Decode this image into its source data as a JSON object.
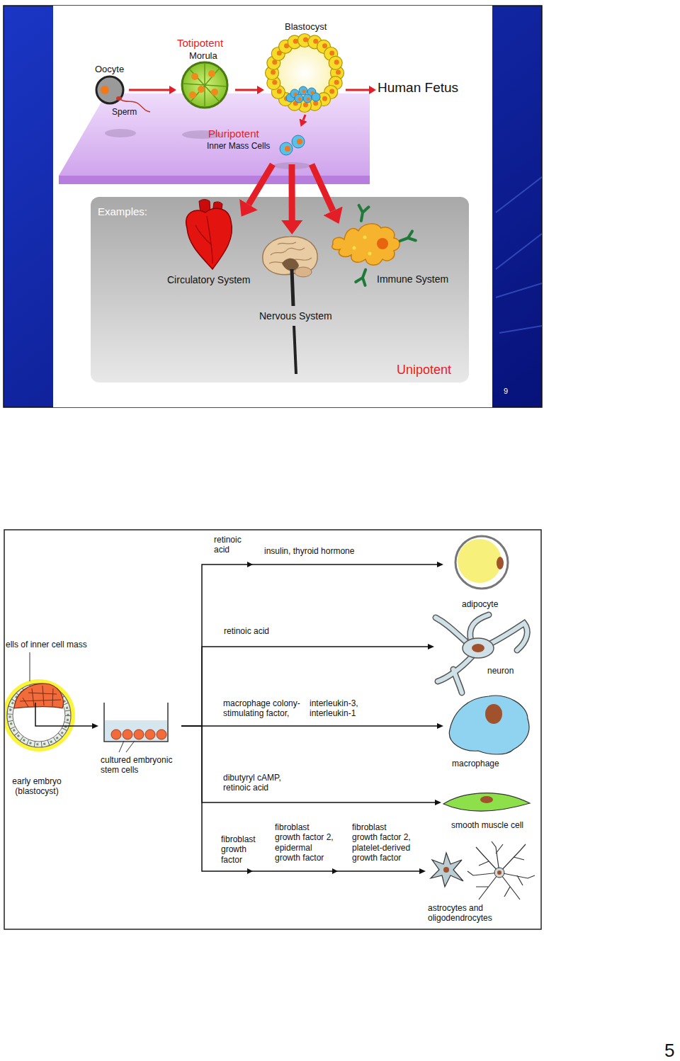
{
  "diagram": {
    "nodes": [
      {
        "text": [
          "Oocyte"
        ]
      },
      {
        "text": [
          "Totipotent",
          "Morula"
        ]
      },
      {
        "text": [
          "Blastocyst"
        ]
      },
      {
        "text": [
          "Human Fetus"
        ]
      },
      {
        "text": [
          "Pluripotent",
          "Inner Mass Cells"
        ]
      },
      {
        "text": [
          "Examples:",
          "Unipotent"
        ]
      },
      {
        "text": [
          "Circulatory System"
        ],
        "in": 5
      },
      {
        "text": [
          "Nervous System"
        ],
        "in": 5
      },
      {
        "text": [
          "Immune System"
        ],
        "in": 5
      },
      {
        "text": [
          "early embryo (blastocyst)"
        ]
      },
      {
        "text": [
          "cultured embryonic stem cells"
        ]
      },
      {
        "text": [
          "adipocyte"
        ]
      },
      {
        "text": [
          "neuron"
        ]
      },
      {
        "text": [
          "macrophage"
        ]
      },
      {
        "text": [
          "smooth muscle cell"
        ]
      },
      {
        "text": [
          "astrocytes and oligodendrocytes"
        ]
      }
    ],
    "edges": [
      {
        "from": 0,
        "to": 1,
        "arrow": "to"
      },
      {
        "from": 1,
        "to": 2,
        "arrow": "to"
      },
      {
        "from": 2,
        "to": 3,
        "arrow": "to"
      },
      {
        "from": 2,
        "to": 4,
        "arrow": "to"
      },
      {
        "from": 4,
        "to": 6,
        "arrow": "to"
      },
      {
        "from": 4,
        "to": 7,
        "arrow": "to"
      },
      {
        "from": 4,
        "to": 8,
        "arrow": "to"
      },
      {
        "from": 9,
        "to": 10,
        "arrow": "to"
      },
      {
        "from": 10,
        "to": 11,
        "label": "retinoic acid",
        "arrow": "to"
      },
      {
        "from": 10,
        "to": 12,
        "label": "retinoic acid",
        "arrow": "to"
      },
      {
        "from": 10,
        "to": 13,
        "label": "macrophage colony-stimulating factor,",
        "arrow": "to"
      },
      {
        "from": 10,
        "to": 14,
        "label": "dibutyryl cAMP, retinoic acid",
        "arrow": "to"
      },
      {
        "from": 10,
        "to": 15,
        "label": "fibroblast growth factor",
        "arrow": "to"
      }
    ],
    "labels": [
      "Sperm",
      "9",
      "ells of inner cell mass",
      "insulin, thyroid hormone",
      "interleukin-3, interleukin-1",
      "fibroblast growth factor 2, epidermal growth factor",
      "fibroblast growth factor 2, platelet-derived growth factor",
      "5"
    ]
  }
}
